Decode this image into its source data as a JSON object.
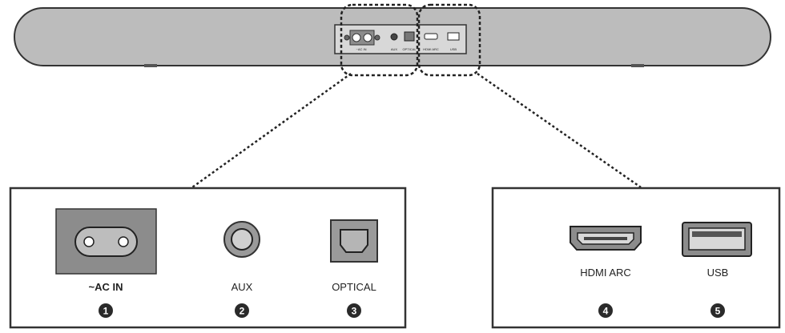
{
  "panel_labels": {
    "ac_in": "~AC IN",
    "aux": "AUX",
    "optical": "OPTICAL",
    "hdmi_arc": "HDMI ARC",
    "usb": "USB"
  },
  "callout_numbers": {
    "ac_in": "1",
    "aux": "2",
    "optical": "3",
    "hdmi_arc": "4",
    "usb": "5"
  },
  "colors": {
    "bar_fill": "#b9b9b9",
    "connector_fill": "#8c8c8c",
    "outline": "#333333",
    "callout_circle": "#2a2a2a"
  }
}
